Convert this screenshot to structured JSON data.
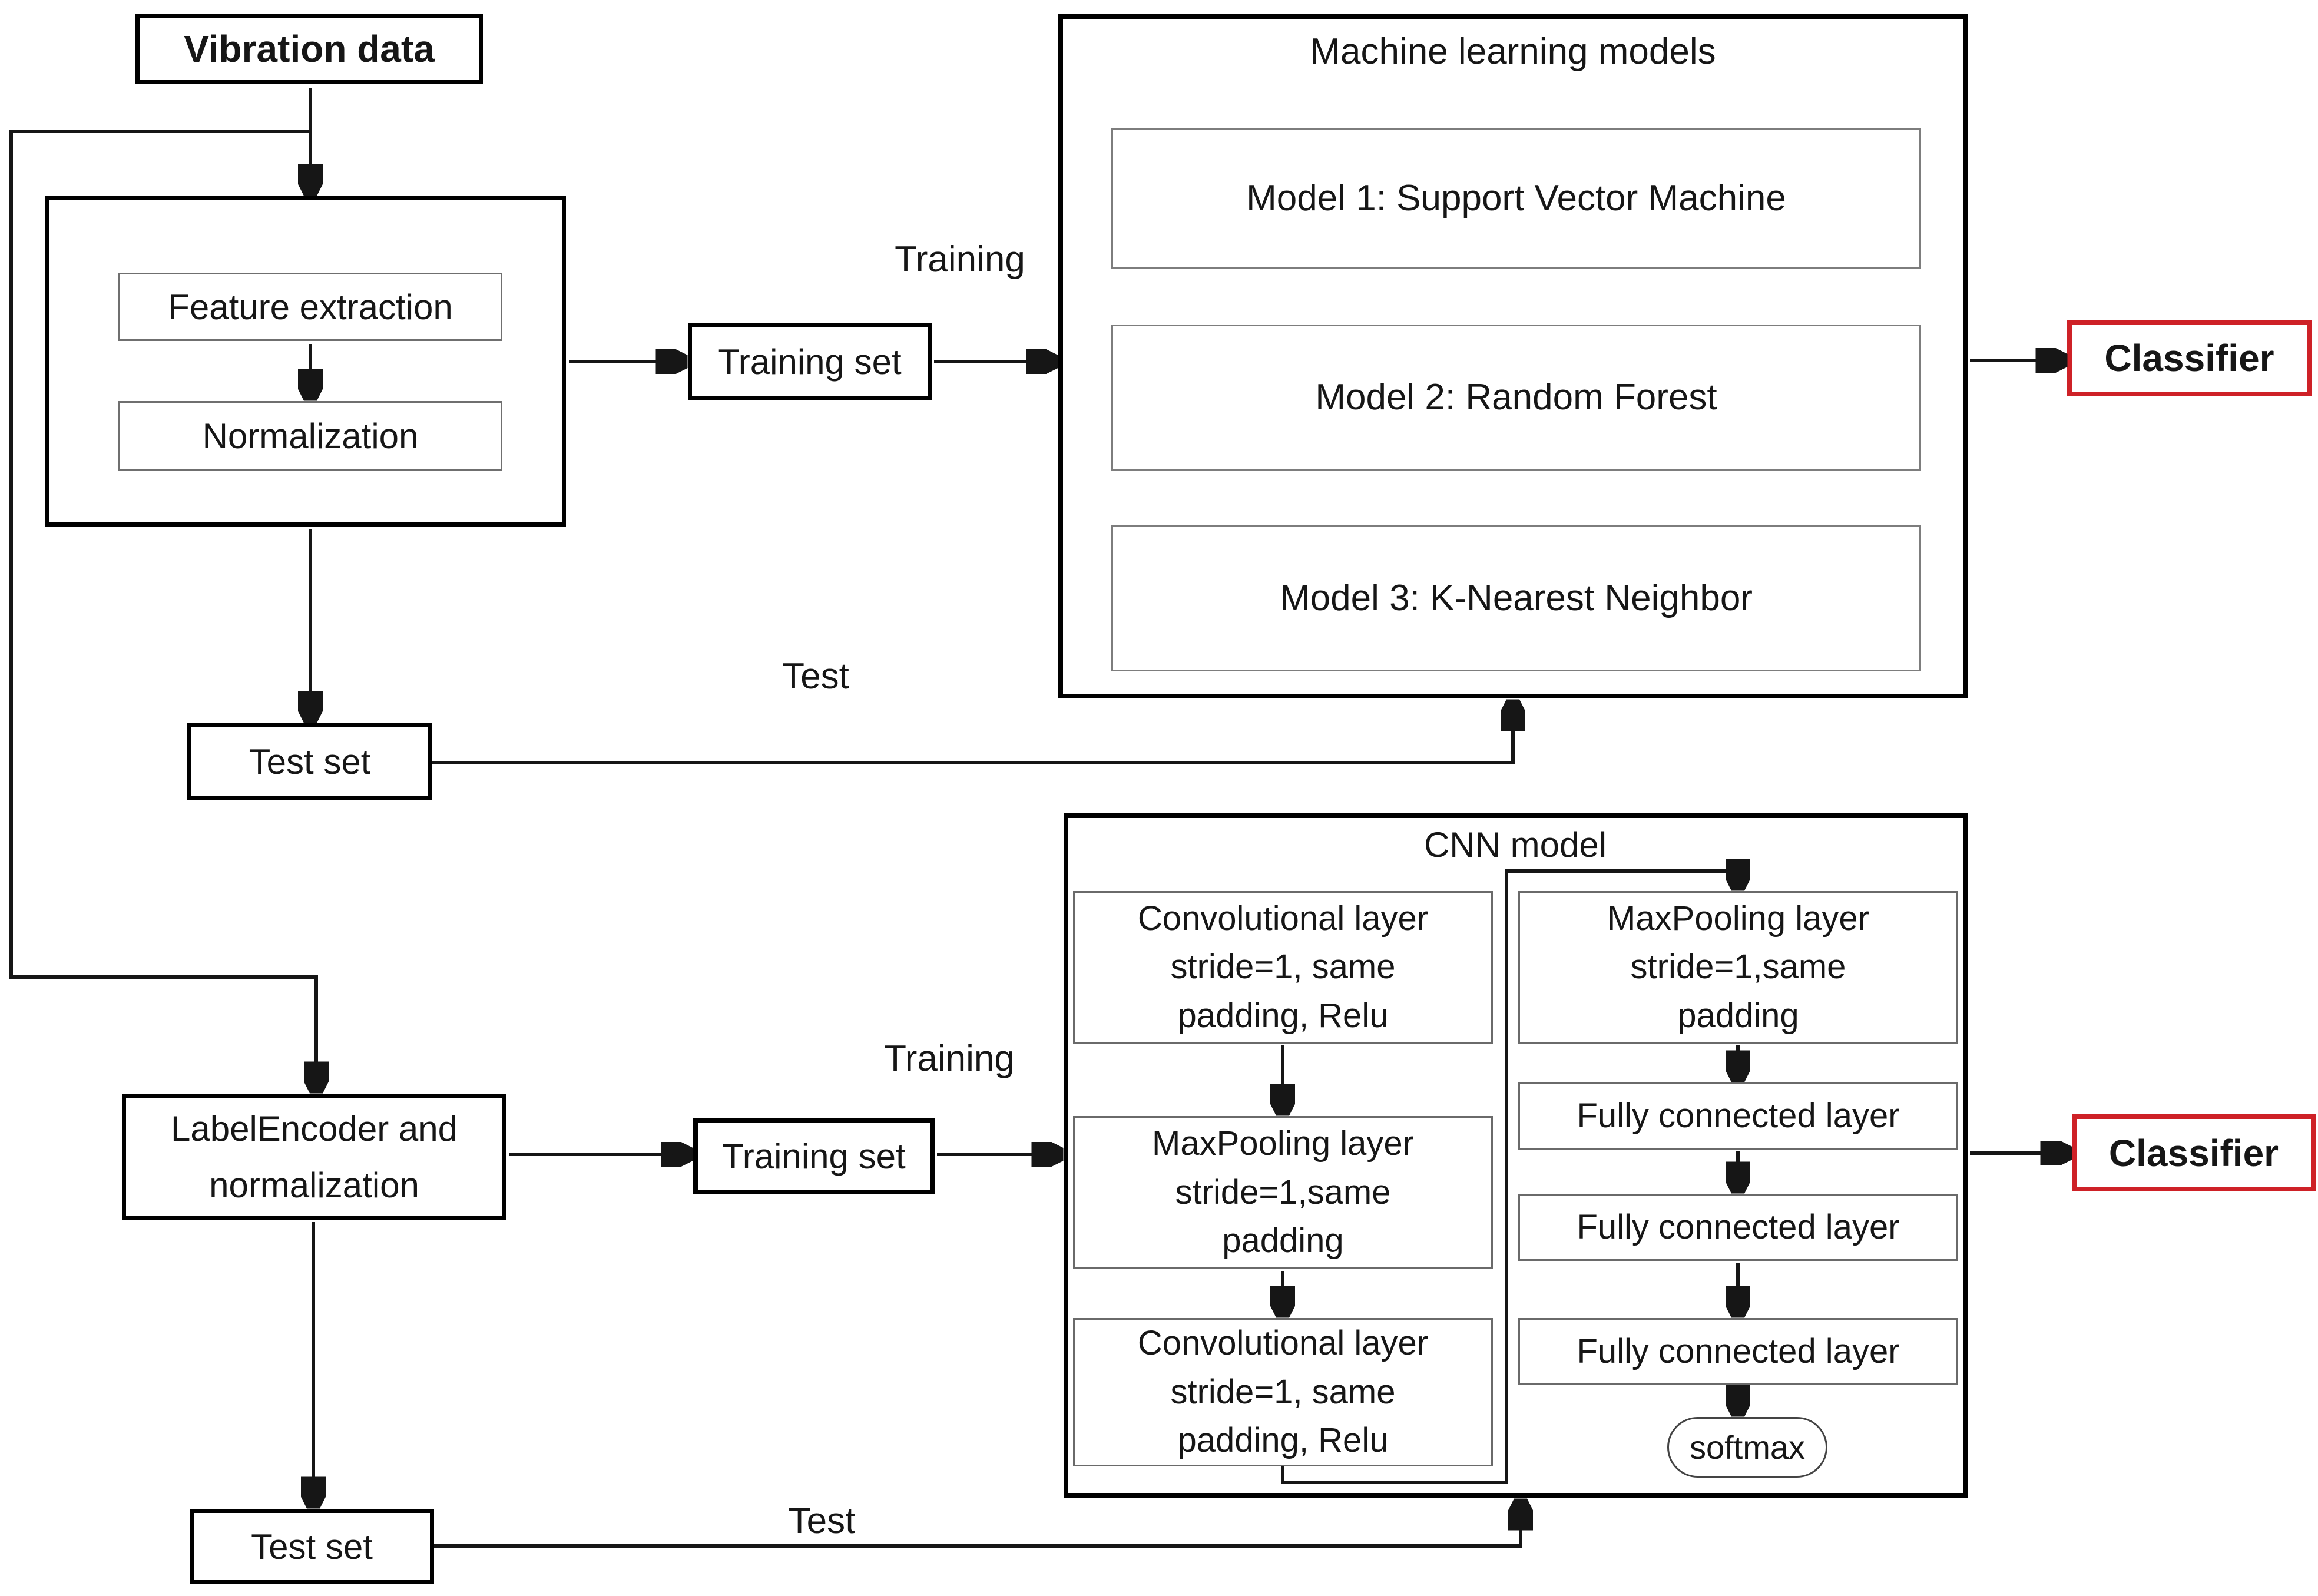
{
  "nodes": {
    "vibration_data": "Vibration data",
    "feature_extraction": "Feature extraction",
    "normalization": "Normalization",
    "training_set_top": "Training set",
    "test_set_top": "Test set",
    "ml_box_title": "Machine learning models",
    "model_1": "Model 1: Support Vector Machine",
    "model_2": "Model 2: Random Forest",
    "model_3": "Model 3: K-Nearest Neighbor",
    "classifier_top": "Classifier",
    "label_encoder": "LabelEncoder and\nnormalization",
    "training_set_bottom": "Training set",
    "test_set_bottom": "Test set",
    "cnn_box_title": "CNN model",
    "conv_layer_1": "Convolutional layer\nstride=1, same\npadding, Relu",
    "maxpool_left": "MaxPooling layer\nstride=1,same\npadding",
    "conv_layer_2": "Convolutional layer\nstride=1, same\npadding, Relu",
    "maxpool_right": "MaxPooling layer\nstride=1,same\npadding",
    "fc_layer_1": "Fully connected layer",
    "fc_layer_2": "Fully connected layer",
    "fc_layer_3": "Fully connected layer",
    "softmax": "softmax",
    "classifier_bottom": "Classifier"
  },
  "edge_labels": {
    "training_top": "Training",
    "test_top": "Test",
    "training_bottom": "Training",
    "test_bottom": "Test"
  },
  "colors": {
    "classifier_border": "#ce2127",
    "line": "#161616"
  }
}
